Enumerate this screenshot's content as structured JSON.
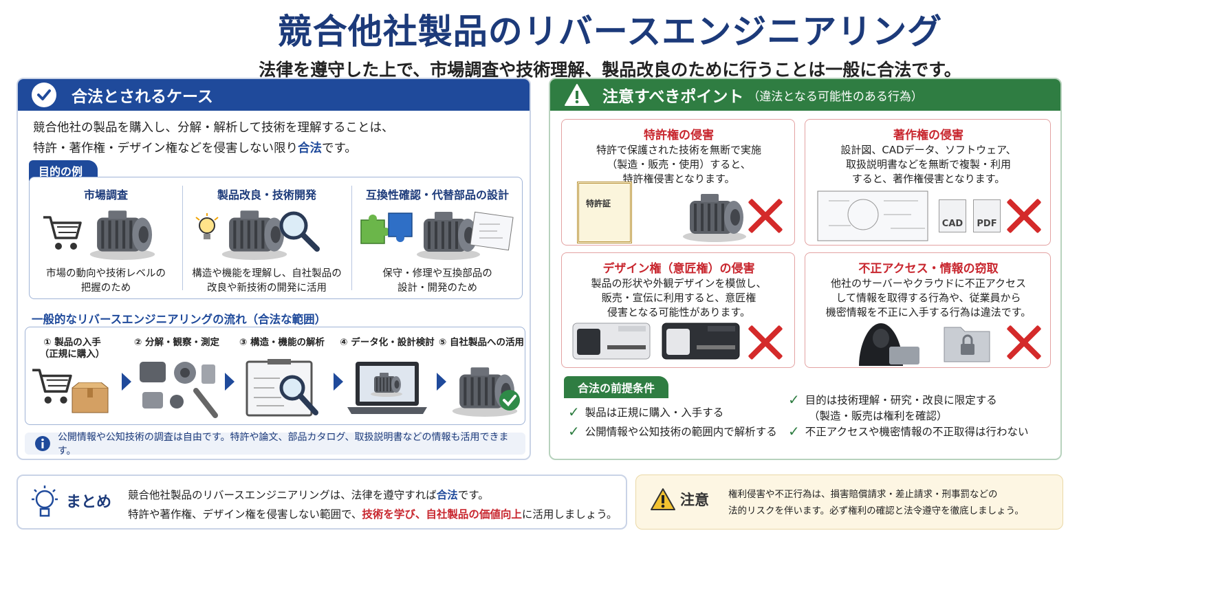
{
  "title": "競合他社製品のリバースエンジニアリング",
  "subtitle": "法律を遵守した上で、市場調査や技術理解、製品改良のために行うことは一般に合法です。",
  "left": {
    "header": "合法とされるケース",
    "intro_1": "競合他社の製品を購入し、分解・解析して技術を理解することは、",
    "intro_2a": "特許・著作権・デザイン権などを侵害しない限り",
    "intro_2b": "合法",
    "intro_2c": "です。",
    "purpose_tag": "目的の例",
    "purposes": [
      {
        "title": "市場調査",
        "desc1": "市場の動向や技術レベルの",
        "desc2": "把握のため"
      },
      {
        "title": "製品改良・技術開発",
        "desc1": "構造や機能を理解し、自社製品の",
        "desc2": "改良や新技術の開発に活用"
      },
      {
        "title": "互換性確認・代替部品の設計",
        "desc1": "保守・修理や互換部品の",
        "desc2": "設計・開発のため"
      }
    ],
    "flow_title": "一般的なリバースエンジニアリングの流れ（合法な範囲）",
    "flow": [
      {
        "l1": "① 製品の入手",
        "l2": "（正規に購入）"
      },
      {
        "l1": "② 分解・観察・測定",
        "l2": ""
      },
      {
        "l1": "③ 構造・機能の解析",
        "l2": ""
      },
      {
        "l1": "④ データ化・設計検討",
        "l2": ""
      },
      {
        "l1": "⑤ 自社製品への活用",
        "l2": ""
      }
    ],
    "info": "公開情報や公知技術の調査は自由です。特許や論文、部品カタログ、取扱説明書などの情報も活用できます。"
  },
  "right": {
    "header": "注意すべきポイント",
    "header_sub": "（違法となる可能性のある行為）",
    "cards": [
      {
        "title": "特許権の侵害",
        "d1": "特許で保護された技術を無断で実施",
        "d2": "（製造・販売・使用）すると、",
        "d3": "特許権侵害となります。"
      },
      {
        "title": "著作権の侵害",
        "d1": "設計図、CADデータ、ソフトウェア、",
        "d2": "取扱説明書などを無断で複製・利用",
        "d3": "すると、著作権侵害となります。"
      },
      {
        "title": "デザイン権（意匠権）の侵害",
        "d1": "製品の形状や外観デザインを模倣し、",
        "d2": "販売・宣伝に利用すると、意匠権",
        "d3": "侵害となる可能性があります。"
      },
      {
        "title": "不正アクセス・情報の窃取",
        "d1": "他社のサーバーやクラウドに不正アクセス",
        "d2": "して情報を取得する行為や、従業員から",
        "d3": "機密情報を不正に入手する行為は違法です。"
      }
    ],
    "patent_doc": "特許証",
    "cad_label": "CAD",
    "pdf_label": "PDF",
    "premise_tag": "合法の前提条件",
    "premises": [
      "製品は正規に購入・入手する",
      "公開情報や公知技術の範囲内で解析する",
      "目的は技術理解・研究・改良に限定する",
      "（製造・販売は権利を確認）",
      "不正アクセスや機密情報の不正取得は行わない"
    ]
  },
  "summary": {
    "label": "まとめ",
    "l1a": "競合他社製品のリバースエンジニアリングは、法律を遵守すれば",
    "l1b": "合法",
    "l1c": "です。",
    "l2a": "特許や著作権、デザイン権を侵害しない範囲で、",
    "l2b": "技術を学び、自社製品の価値向上",
    "l2c": "に活用しましょう。"
  },
  "caution": {
    "label": "注意",
    "l1": "権利侵害や不正行為は、損害賠償請求・差止請求・刑事罰などの",
    "l2": "法的リスクを伴います。必ず権利の確認と法令遵守を徹底しましょう。"
  },
  "colors": {
    "navy": "#1c3a7a",
    "blue": "#1f4a9b",
    "green": "#2f7d42",
    "red": "#c8262e"
  }
}
